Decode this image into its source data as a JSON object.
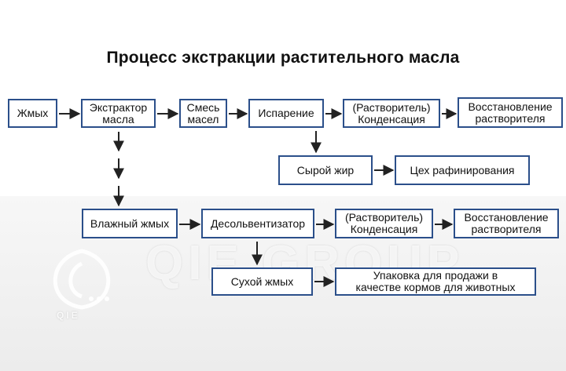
{
  "title": "Процесс экстракции растительного масла",
  "nodes": {
    "meal": "Жмых",
    "extractor": "Экстрактор\nмасла",
    "miscella": "Смесь\nмасел",
    "evaporation": "Испарение",
    "condensation1": "(Растворитель)\nКонденсация",
    "recovery1": "Восстановление\nрастворителя",
    "crude_oil": "Сырой жир",
    "refinery": "Цех рафинирования",
    "wet_meal": "Влажный жмых",
    "desolventizer": "Десольвентизатор",
    "condensation2": "(Растворитель)\nКонденсация",
    "recovery2": "Восстановление\nрастворителя",
    "dry_meal": "Сухой жмых",
    "packaging": "Упаковка для продажи в\nкачестве кормов для животных"
  },
  "watermark": {
    "text": "QIE GROUP",
    "logo_text": "QIE"
  },
  "colors": {
    "box_border": "#2b4f8a",
    "arrow": "#222222"
  }
}
